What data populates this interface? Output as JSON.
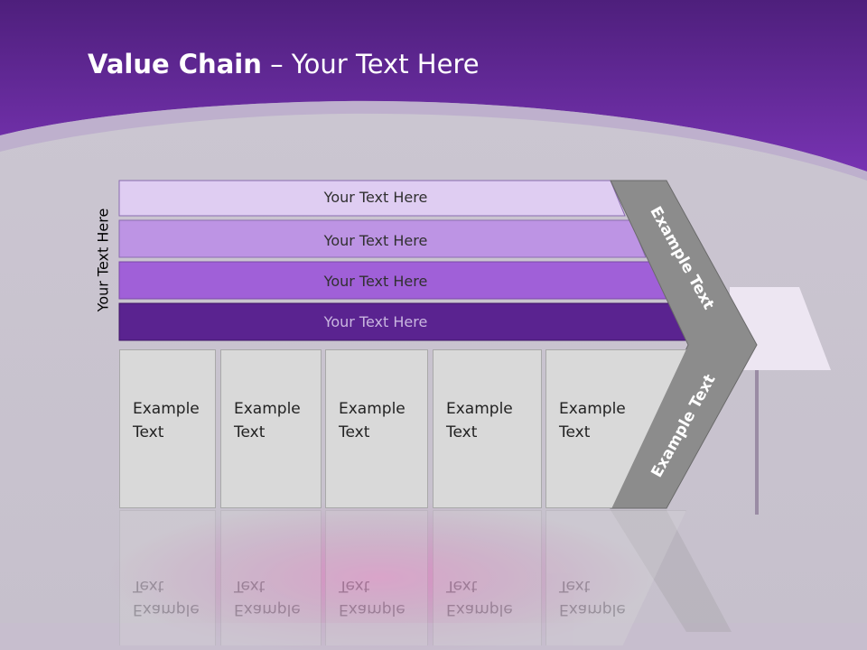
{
  "header": {
    "title_bold": "Value Chain",
    "title_rest": " – Your Text Here"
  },
  "side_label": "Your Text Here",
  "bars": [
    {
      "label": "Your Text Here",
      "color": "#dfcdf2"
    },
    {
      "label": "Your Text Here",
      "color": "#bd94e4"
    },
    {
      "label": "Your Text Here",
      "color": "#a060d8"
    },
    {
      "label": "Your Text Here",
      "color": "#5a2390"
    }
  ],
  "boxes": [
    {
      "line1": "Example",
      "line2": "Text"
    },
    {
      "line1": "Example",
      "line2": "Text"
    },
    {
      "line1": "Example",
      "line2": "Text"
    },
    {
      "line1": "Example",
      "line2": "Text"
    },
    {
      "line1": "Example",
      "line2": "Text"
    }
  ],
  "arrow": {
    "upper_text": "Example Text",
    "lower_text": "Example Text",
    "color": "#8c8c8c"
  },
  "colors": {
    "header_purple": "#6a2ea6",
    "background": "#cdc8d3"
  }
}
